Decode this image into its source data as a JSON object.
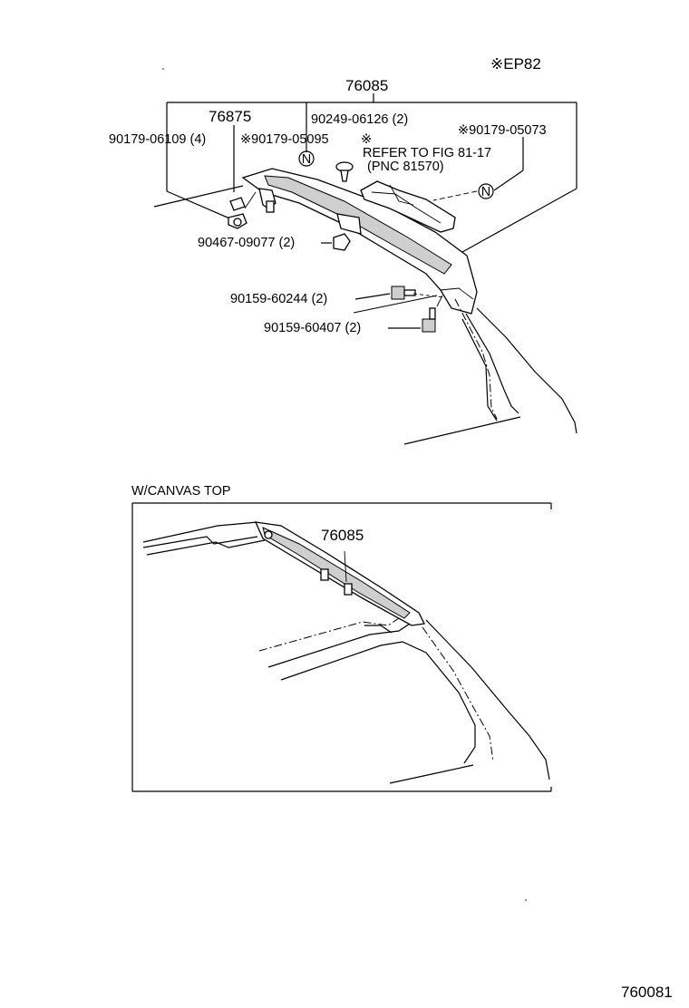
{
  "sheet": {
    "variant_code": "※EP82",
    "figure_number": "760081"
  },
  "main_view": {
    "callouts": [
      {
        "id": "76085",
        "text": "76085"
      },
      {
        "id": "76875",
        "text": "76875"
      },
      {
        "id": "90179-06109",
        "text": "90179-06109 (4)"
      },
      {
        "id": "90179-05095",
        "text": "※90179-05095"
      },
      {
        "id": "90249-06126",
        "text": "90249-06126 (2)"
      },
      {
        "id": "90179-05073",
        "text": "※90179-05073"
      },
      {
        "id": "refer-mark",
        "text": "※"
      },
      {
        "id": "refer-fig",
        "text": "REFER TO FIG 81-17"
      },
      {
        "id": "refer-pnc",
        "text": "(PNC 81570)"
      },
      {
        "id": "90467-09077",
        "text": "90467-09077 (2)"
      },
      {
        "id": "90159-60244",
        "text": "90159-60244 (2)"
      },
      {
        "id": "90159-60407",
        "text": "90159-60407 (2)"
      }
    ],
    "badges": [
      {
        "id": "n-left",
        "text": "N"
      },
      {
        "id": "n-right",
        "text": "N"
      }
    ]
  },
  "canvas_view": {
    "title": "W/CANVAS TOP",
    "callout": "76085"
  }
}
